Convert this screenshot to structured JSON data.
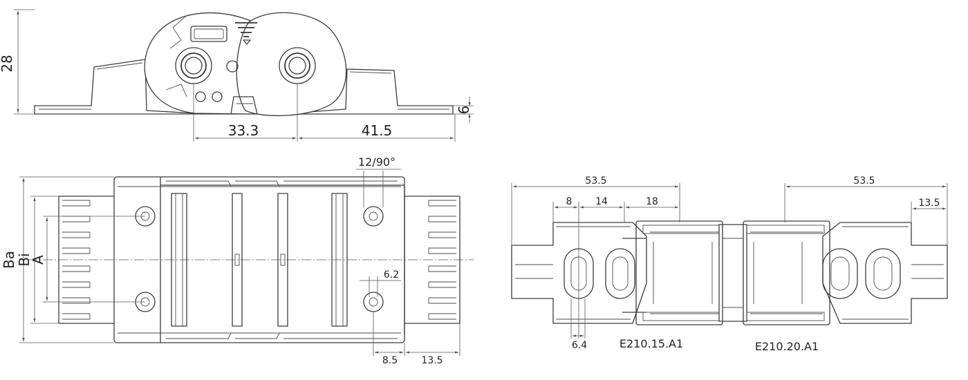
{
  "dimensions": {
    "height": "28",
    "pitch_a": "33.3",
    "pitch_b": "41.5",
    "flange": "6",
    "angle": "12/90°",
    "ba": "Ba",
    "bi": "Bi",
    "a": "A",
    "hole_offset": "6.2",
    "edge_a": "8.5",
    "edge_b": "13.5",
    "width_left": "53.5",
    "width_right": "53.5",
    "d8": "8",
    "d14": "14",
    "d18": "18",
    "d64": "6.4",
    "d135r": "13.5"
  },
  "labels": {
    "left_model": "E210.15.A1",
    "right_model": "E210.20.A1"
  }
}
